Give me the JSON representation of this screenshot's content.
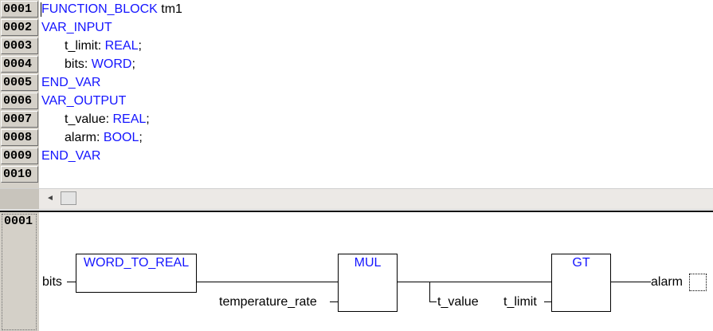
{
  "declaration": {
    "line_numbers": [
      "0001",
      "0002",
      "0003",
      "0004",
      "0005",
      "0006",
      "0007",
      "0008",
      "0009",
      "0010"
    ],
    "lines": [
      {
        "keyword": "FUNCTION_BLOCK",
        "text": " tm1"
      },
      {
        "keyword": "VAR_INPUT",
        "text": ""
      },
      {
        "name": "t_limit: ",
        "type": "REAL",
        "end": ";"
      },
      {
        "name": "bits: ",
        "type": "WORD",
        "end": ";"
      },
      {
        "keyword": "END_VAR",
        "text": ""
      },
      {
        "keyword": "VAR_OUTPUT",
        "text": ""
      },
      {
        "name": "t_value: ",
        "type": "REAL",
        "end": ";"
      },
      {
        "name": "alarm: ",
        "type": "BOOL",
        "end": ";"
      },
      {
        "keyword": "END_VAR",
        "text": ""
      }
    ]
  },
  "scrollbar": {
    "left_arrow": "◄"
  },
  "network": {
    "number": "0001",
    "blocks": {
      "word_to_real": "WORD_TO_REAL",
      "mul": "MUL",
      "gt": "GT"
    },
    "labels": {
      "bits": "bits",
      "temperature_rate": "temperature_rate",
      "t_value": "t_value",
      "t_limit": "t_limit",
      "alarm": "alarm"
    }
  },
  "colors": {
    "keyword": "#1515ff",
    "gutter": "#d4d0c8"
  }
}
